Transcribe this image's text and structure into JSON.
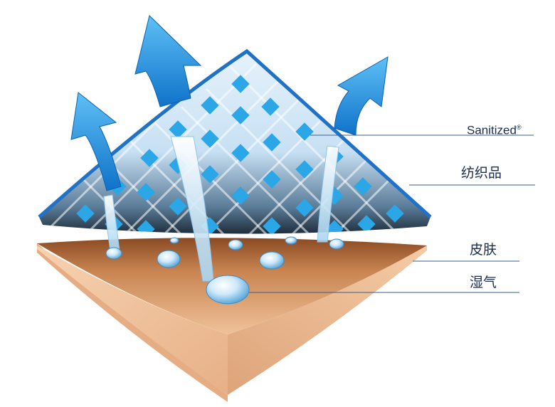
{
  "labels": {
    "antimicrobial": {
      "text": "Sanitized",
      "mark": "®"
    },
    "fabric": "纺织品",
    "skin": "皮肤",
    "moisture": "湿气"
  },
  "colors": {
    "arrow": "#1f8fe0",
    "fabric_edge": "#1f72c7",
    "fabric_fill": "#d3e8f7",
    "diamond": "#2ba6e6",
    "skin_top": "#e9b48b",
    "skin_side": "#f2c7a0",
    "skin_dark": "#7a4020",
    "label_text": "#1a2c50",
    "leader_line": "#3a5f96"
  },
  "icons": [
    "vapor-arrow-icon",
    "water-droplet-icon"
  ]
}
